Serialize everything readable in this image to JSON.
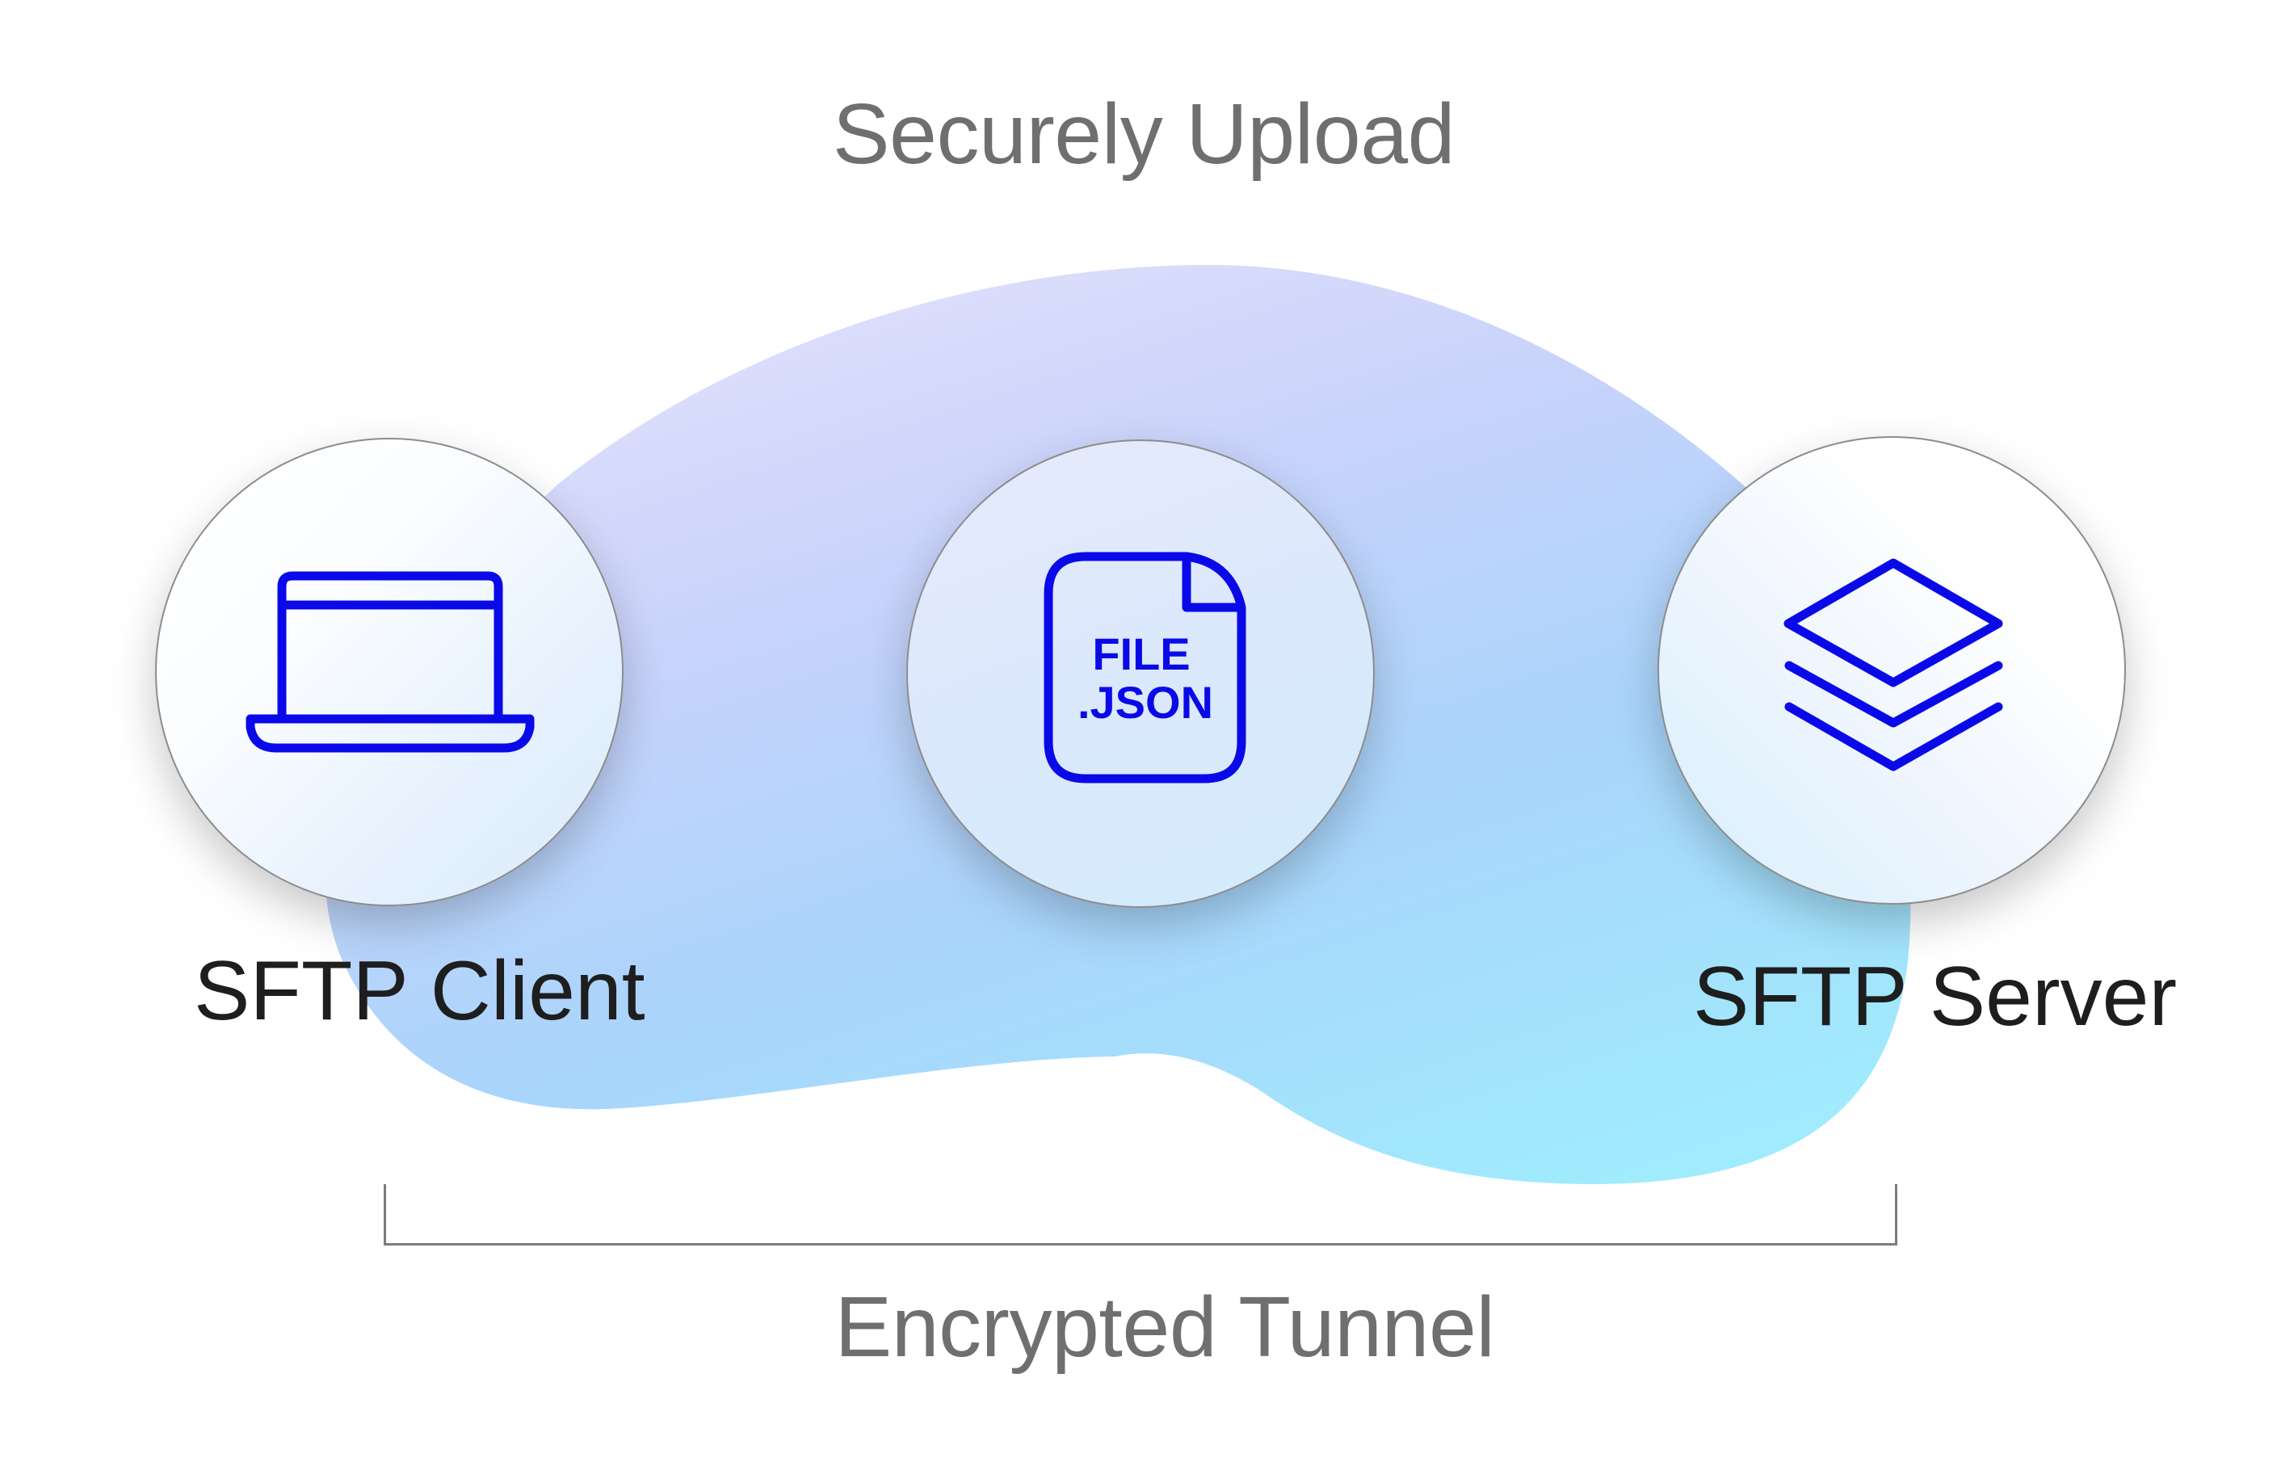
{
  "diagram": {
    "title": "Securely Upload",
    "footer": "Encrypted Tunnel",
    "accent_color": "#0a0ae8",
    "text_color_primary": "#1e1e1e",
    "text_color_secondary": "#6f6f6f",
    "blob_gradient": [
      "#dfe0fb",
      "#c7d3fb",
      "#a7d3fb",
      "#a1eafd"
    ],
    "nodes": [
      {
        "id": "client",
        "label": "SFTP Client",
        "icon": "laptop-icon"
      },
      {
        "id": "file",
        "label": "",
        "icon": "file-json-icon",
        "icon_text_line1": "FILE",
        "icon_text_line2": ".JSON"
      },
      {
        "id": "server",
        "label": "SFTP Server",
        "icon": "layers-icon"
      }
    ],
    "connector": {
      "type": "bracket",
      "spans": [
        "client",
        "server"
      ],
      "label": "Encrypted Tunnel"
    }
  }
}
